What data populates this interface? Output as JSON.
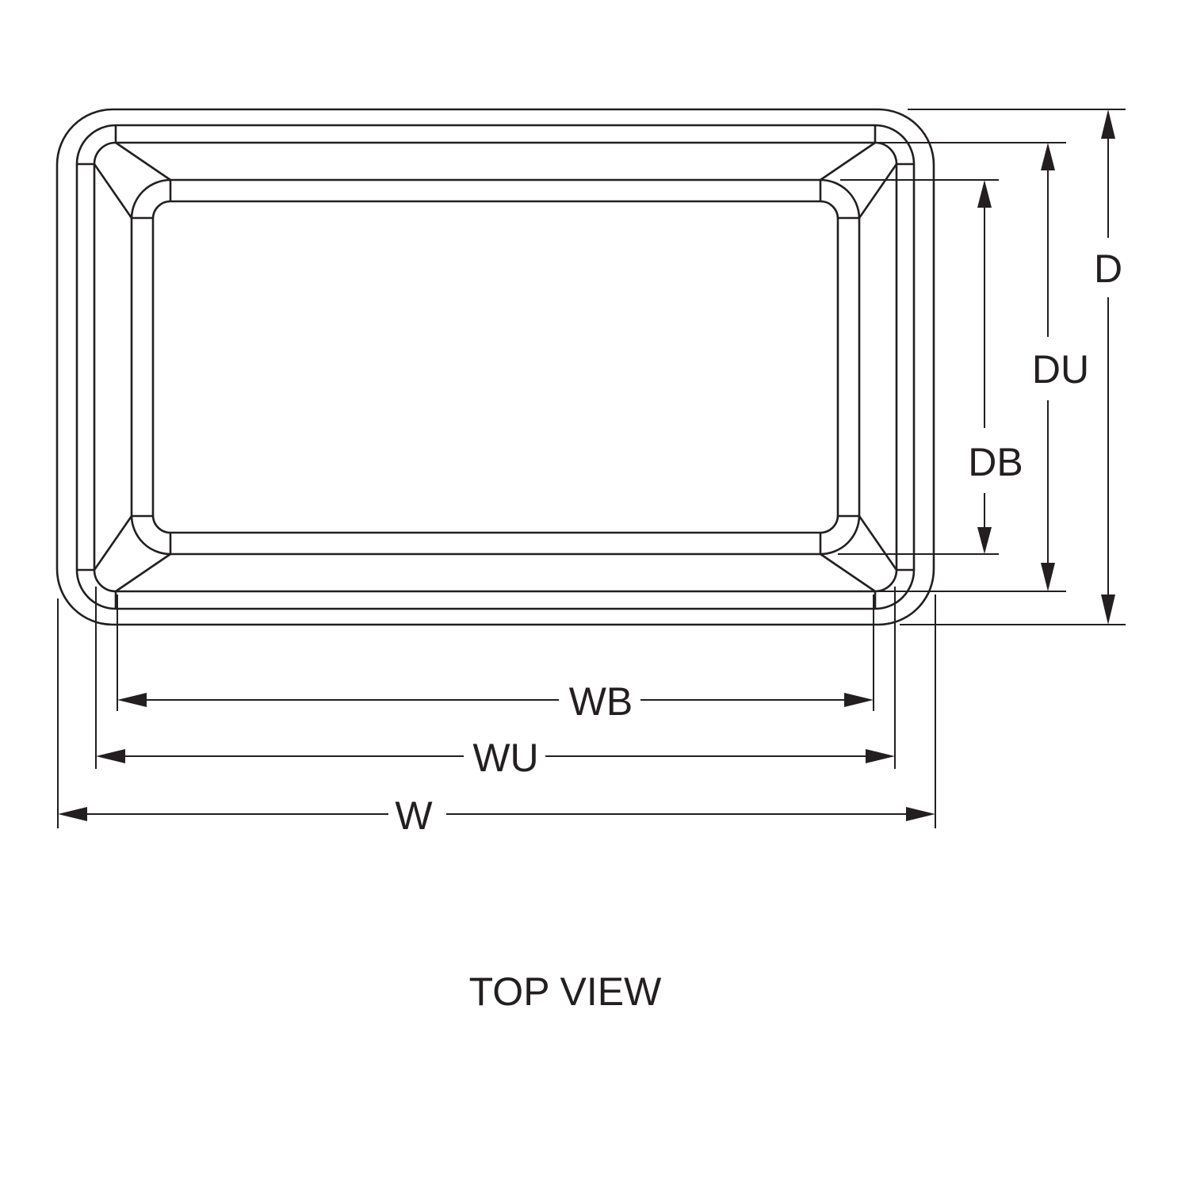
{
  "diagram": {
    "view_title": "TOP VIEW",
    "dimensions": {
      "depth_overall": "D",
      "depth_upper": "DU",
      "depth_bottom": "DB",
      "width_bottom": "WB",
      "width_upper": "WU",
      "width_overall": "W"
    },
    "line_color": "#231f20"
  }
}
